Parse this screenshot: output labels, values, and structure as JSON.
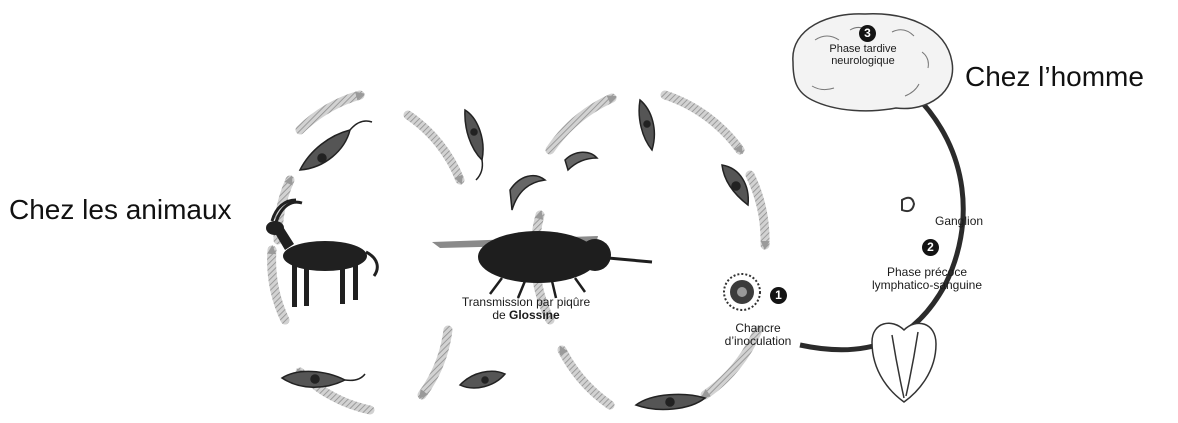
{
  "labels": {
    "animals": "Chez les animaux",
    "human": "Chez l’homme",
    "transmission_line1": "Transmission par piqûre",
    "transmission_prefix": "de ",
    "transmission_bold": "Glossine",
    "late_phase_line1": "Phase tardive",
    "late_phase_line2": "neurologique",
    "ganglion": "Ganglion",
    "early_phase_line1": "Phase précoce",
    "early_phase_line2": "lymphatico-sanguine",
    "chancre_line1": "Chancre",
    "chancre_line2": "d’inoculation"
  },
  "stage_numbers": {
    "one": "1",
    "two": "2",
    "three": "3"
  },
  "icons": [
    "antelope-icon",
    "tsetse-fly-icon",
    "trypanosome-icon",
    "brain-icon",
    "heart-icon",
    "ganglion-icon",
    "chancre-icon"
  ],
  "colors": {
    "text": "#1b1b1b",
    "cycle_arrows": "#b5b5b5",
    "human_arrow": "#2b2b2b",
    "organism": "#3a3a3a"
  }
}
